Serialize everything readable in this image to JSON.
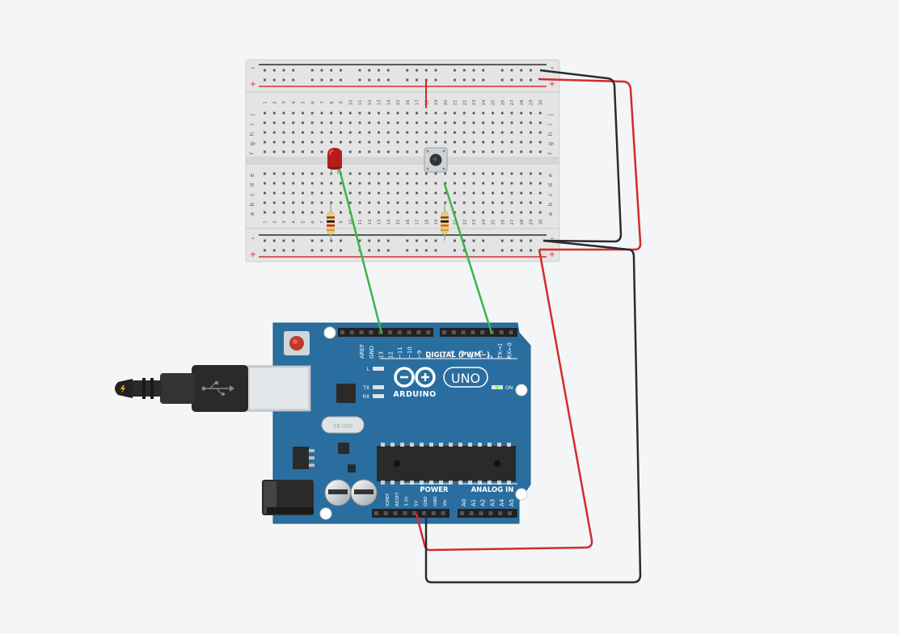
{
  "breadboard": {
    "row_letters_top": [
      "j",
      "i",
      "h",
      "g",
      "f"
    ],
    "row_letters_bottom": [
      "e",
      "d",
      "c",
      "b",
      "a"
    ],
    "rail_minus": "-",
    "rail_plus": "+",
    "column_numbers": [
      "1",
      "2",
      "3",
      "4",
      "5",
      "6",
      "7",
      "8",
      "9",
      "10",
      "11",
      "12",
      "13",
      "14",
      "15",
      "16",
      "17",
      "18",
      "19",
      "20",
      "21",
      "22",
      "23",
      "24",
      "25",
      "26",
      "27",
      "28",
      "29",
      "30"
    ],
    "rail_color_minus": "#2b2b2b",
    "rail_color_plus": "#d32f2f"
  },
  "arduino": {
    "brand": "ARDUINO",
    "model": "UNO",
    "header_digital_label": "DIGITAL (PWM~)",
    "pins_left_group": [
      "AREF",
      "GND",
      "13",
      "12",
      "~11",
      "~10",
      "~9",
      "8"
    ],
    "pins_right_group": [
      "7",
      "~6",
      "~5",
      "4",
      "~3",
      "2",
      "TX→1",
      "RX←0"
    ],
    "led_l": "L",
    "led_tx": "TX",
    "led_rx": "RX",
    "led_on": "ON",
    "power_label": "POWER",
    "analog_label": "ANALOG IN",
    "power_pins": [
      "IOREF",
      "RESET",
      "3.3V",
      "5V",
      "GND",
      "GND",
      "Vin"
    ],
    "analog_pins": [
      "A0",
      "A1",
      "A2",
      "A3",
      "A4",
      "A5"
    ],
    "board_color": "#2a6ea0"
  },
  "wires": {
    "green": "#3ab54a",
    "red": "#d42a2a",
    "black": "#2b2b2b"
  }
}
